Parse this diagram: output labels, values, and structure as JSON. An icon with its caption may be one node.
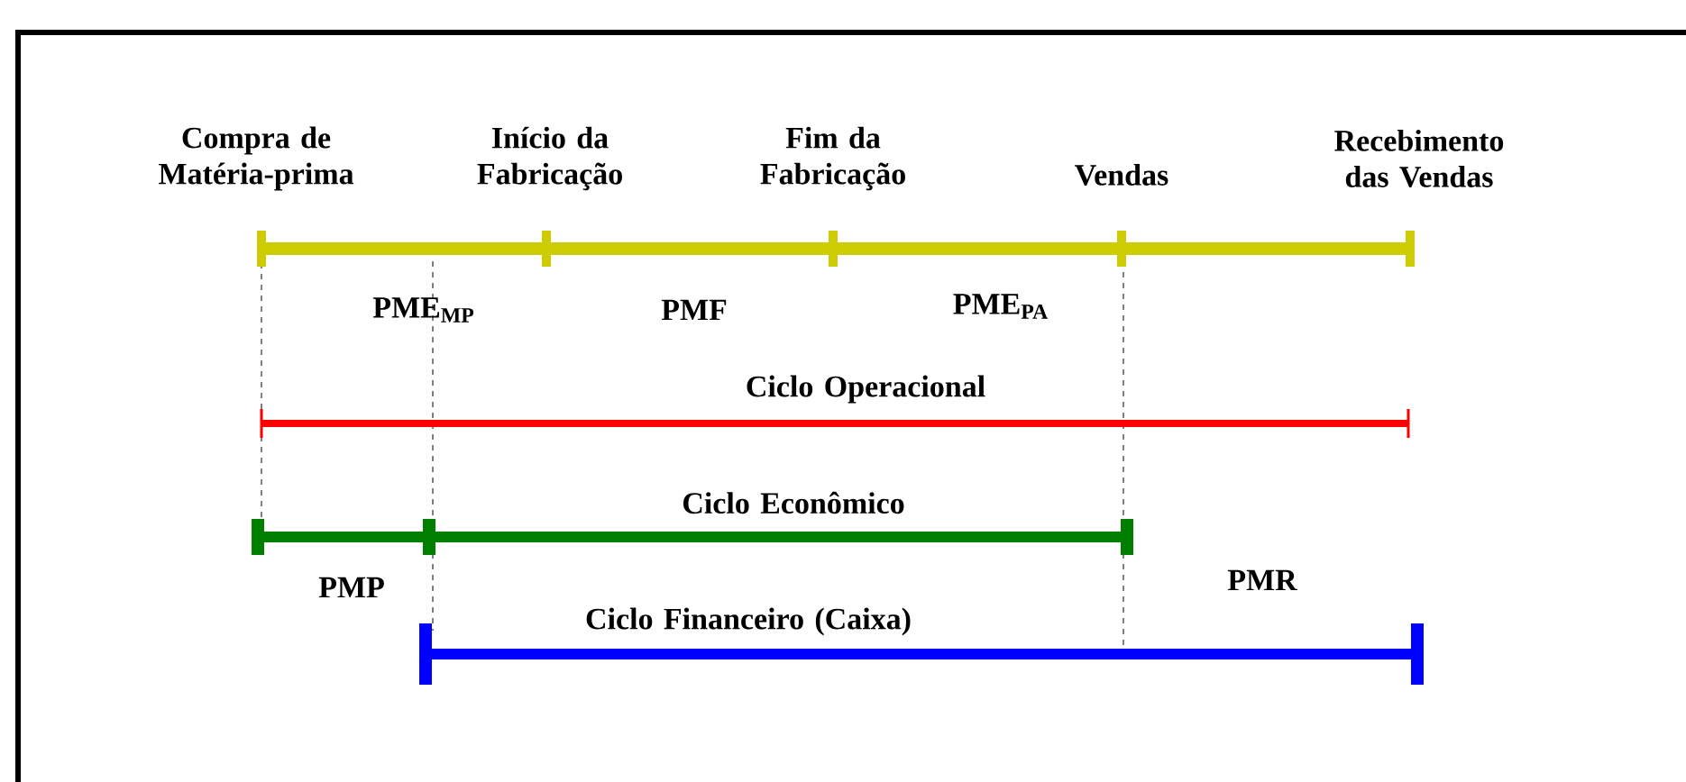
{
  "diagram": {
    "labels": [
      "Compra de Matéria-prima",
      "Início da Fabricação",
      "Fim da Fabricação",
      "Vendas",
      "Recebimento das Vendas",
      "PME$_{MP}$",
      "PMF",
      "PME$_{PA}$",
      "Ciclo Operacional",
      "Ciclo Econômico",
      "PMP",
      "PMR",
      "Ciclo Financeiro (Caixa)"
    ]
  }
}
